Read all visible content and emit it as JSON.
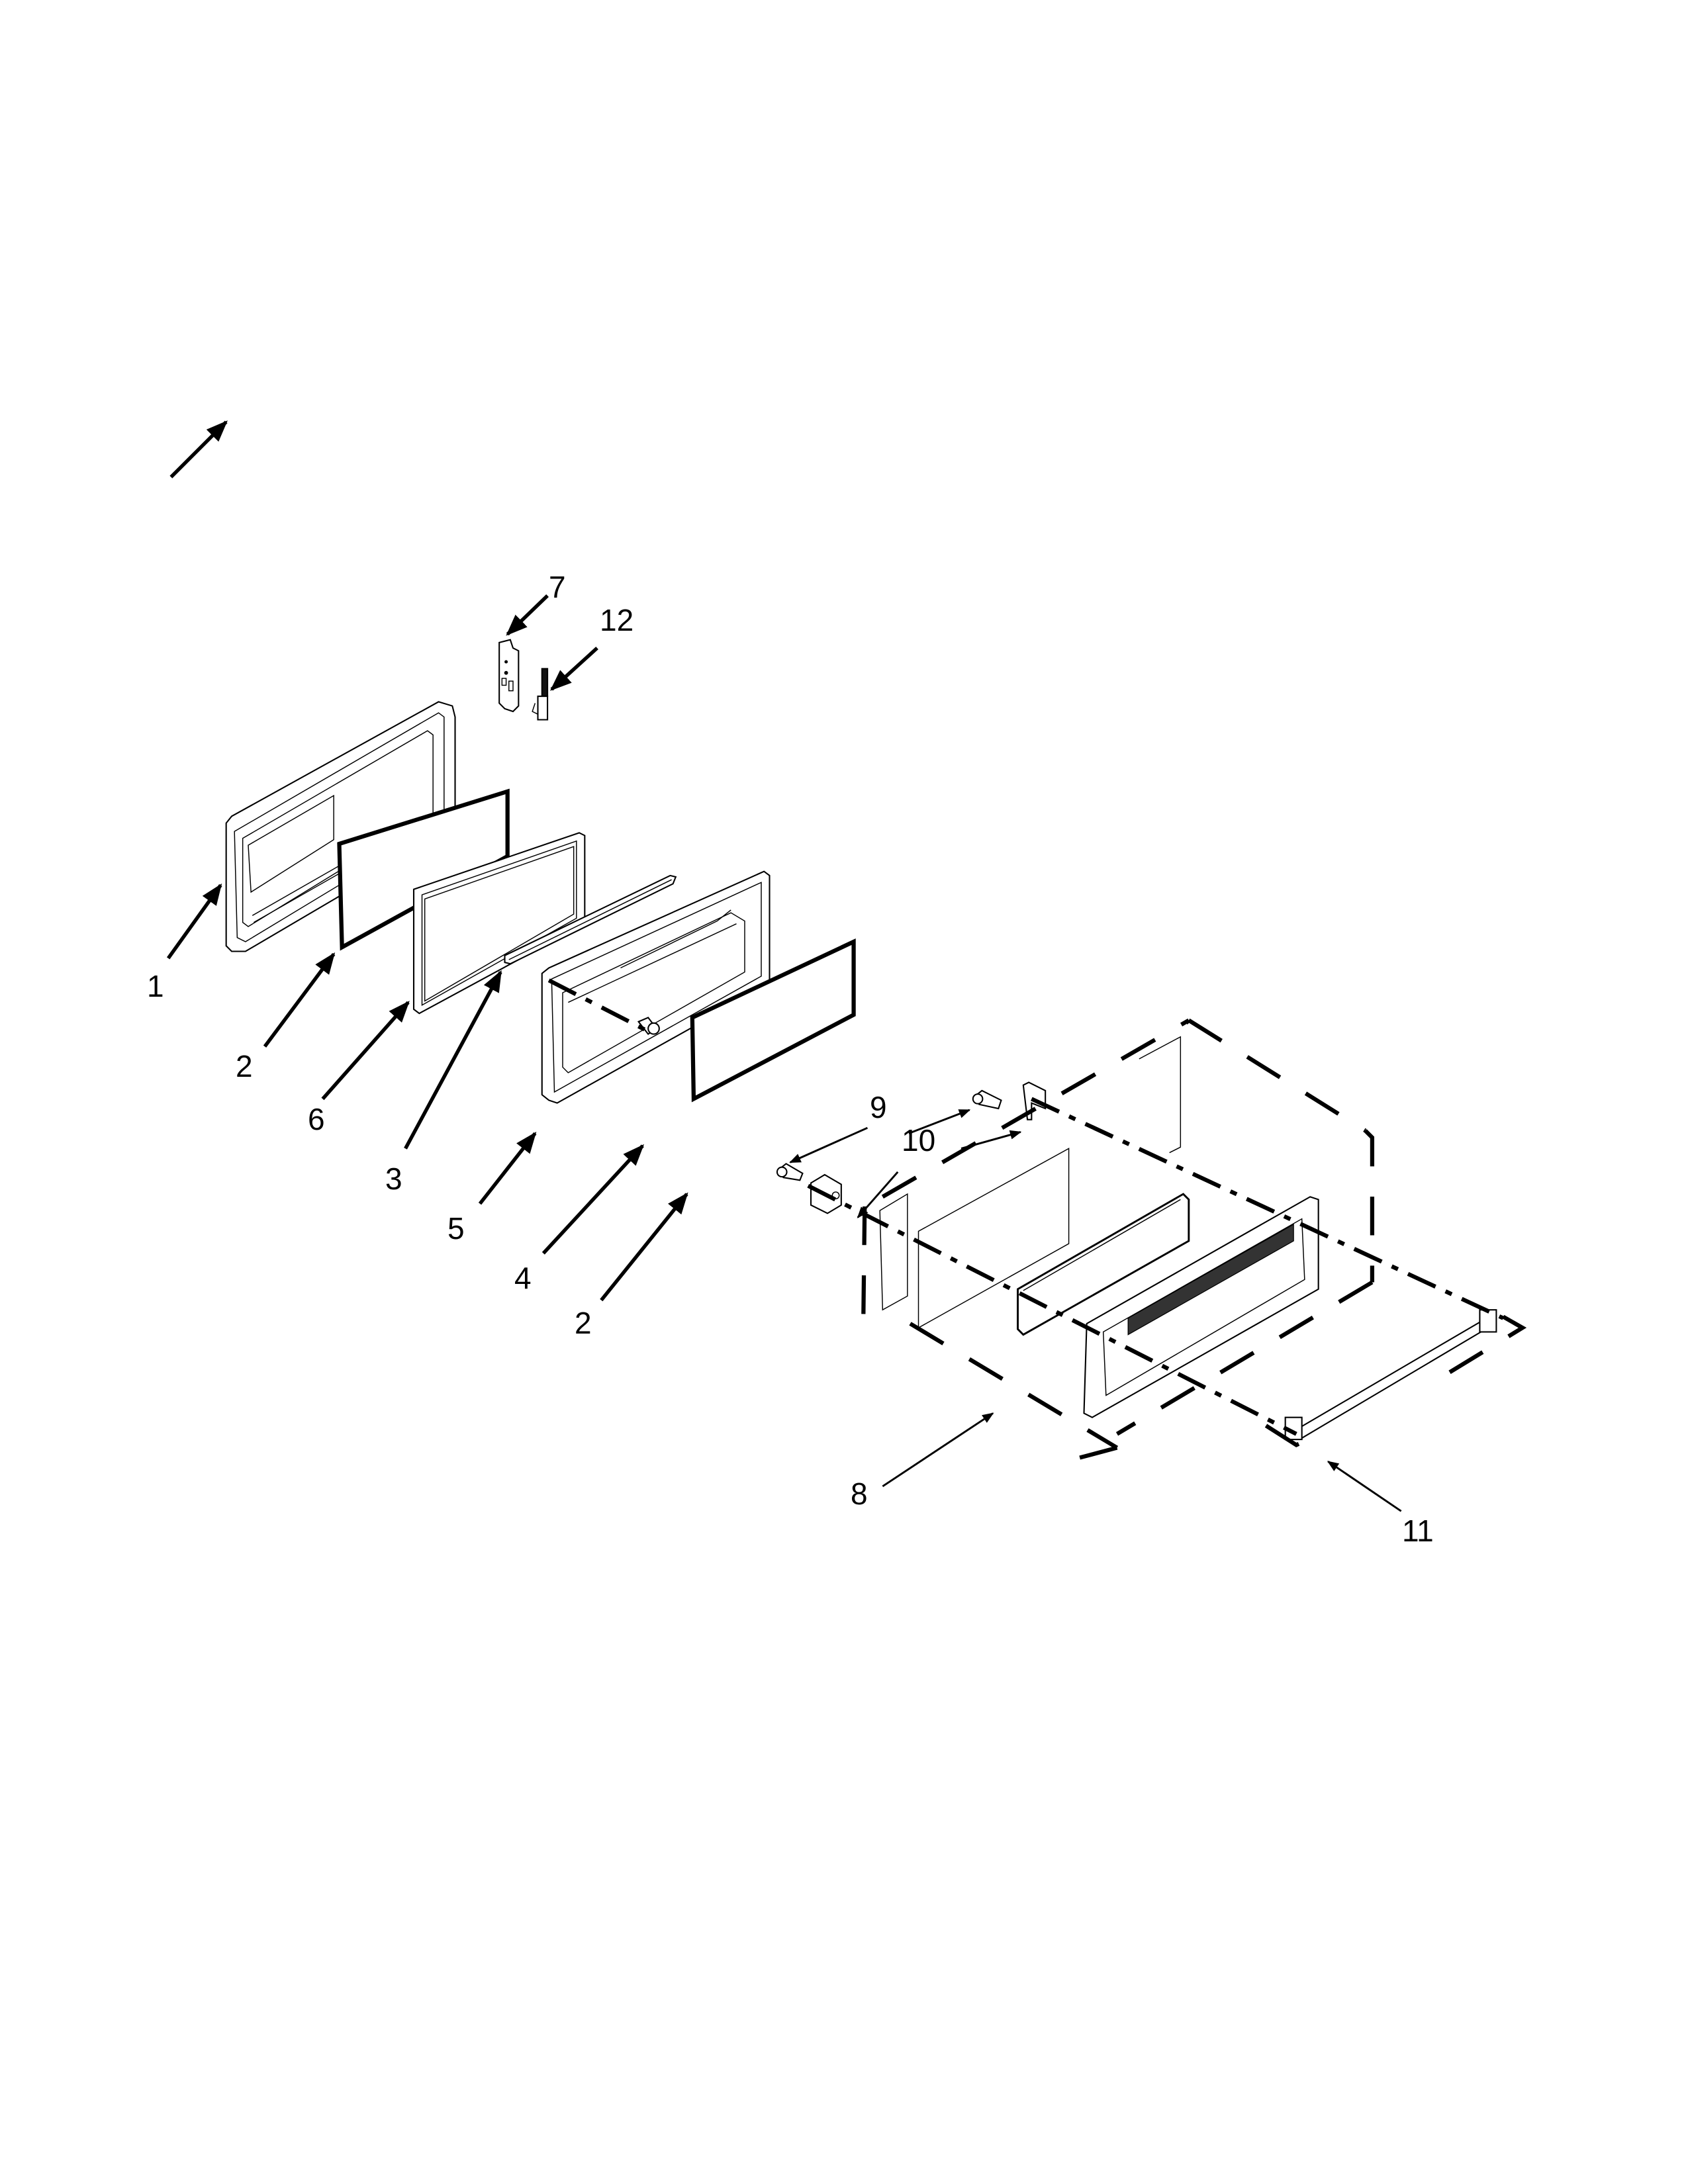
{
  "diagram": {
    "type": "exploded-parts-view",
    "background": "#ffffff",
    "ink": "#000000",
    "callouts": [
      {
        "id": "c1",
        "label": "1",
        "part": "inner door frame"
      },
      {
        "id": "c2a",
        "label": "2",
        "part": "glass panel (upper)"
      },
      {
        "id": "c6",
        "label": "6",
        "part": "glass frame panel"
      },
      {
        "id": "c3",
        "label": "3",
        "part": "trim strip"
      },
      {
        "id": "c5",
        "label": "5",
        "part": "door liner frame"
      },
      {
        "id": "c4",
        "label": "4",
        "part": "screw"
      },
      {
        "id": "c2b",
        "label": "2",
        "part": "glass panel (lower)"
      },
      {
        "id": "c7",
        "label": "7",
        "part": "hinge bracket"
      },
      {
        "id": "c12",
        "label": "12",
        "part": "latch pin"
      },
      {
        "id": "c9a",
        "label": "9",
        "part": "screw (upper)"
      },
      {
        "id": "c9b",
        "label": "9",
        "part": "screw (lower)"
      },
      {
        "id": "c10a",
        "label": "10",
        "part": "bracket (upper)"
      },
      {
        "id": "c10b",
        "label": "10",
        "part": "bracket (lower)"
      },
      {
        "id": "c8",
        "label": "8",
        "part": "outer door assembly"
      },
      {
        "id": "c11",
        "label": "11",
        "part": "door handle"
      }
    ]
  }
}
